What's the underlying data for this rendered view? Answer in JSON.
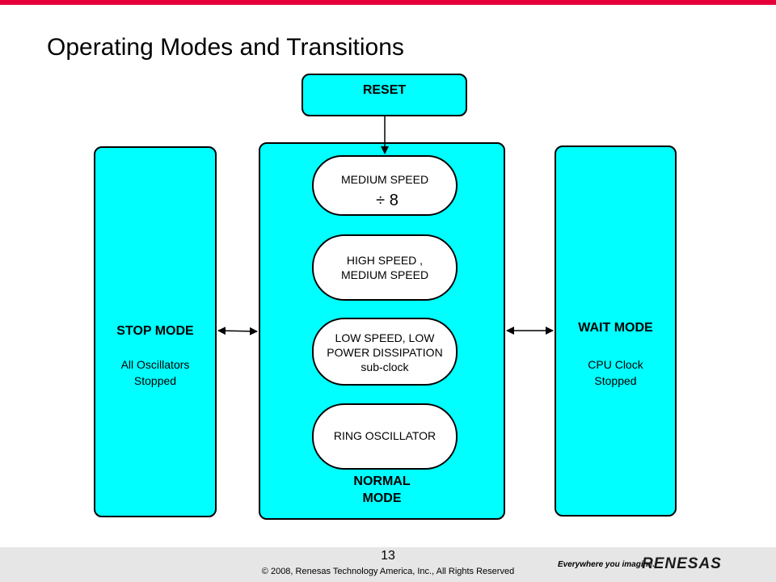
{
  "title": "Operating Modes and Transitions",
  "reset": {
    "label": "RESET"
  },
  "stop_mode": {
    "title": "STOP MODE",
    "line1": "All Oscillators",
    "line2": "Stopped"
  },
  "wait_mode": {
    "title": "WAIT MODE",
    "line1": "CPU Clock",
    "line2": "Stopped"
  },
  "normal_mode": {
    "line1": "NORMAL",
    "line2": "MODE",
    "states": {
      "medium": {
        "line1": "MEDIUM SPEED",
        "divider": "÷ 8"
      },
      "high": {
        "line1": "HIGH SPEED ,",
        "line2": "MEDIUM SPEED"
      },
      "low": {
        "line1": "LOW SPEED, LOW",
        "line2": "POWER DISSIPATION",
        "line3": "sub-clock"
      },
      "ring": {
        "line1": "RING OSCILLATOR"
      }
    }
  },
  "footer": {
    "page_number": "13",
    "copyright": "© 2008, Renesas Technology America, Inc., All Rights Reserved",
    "tagline": "Everywhere you imagine.",
    "brand": "RENESAS"
  },
  "colors": {
    "box_fill": "#00ffff",
    "accent_bar": "#e5003a",
    "footer_band": "#e6e6e6"
  }
}
